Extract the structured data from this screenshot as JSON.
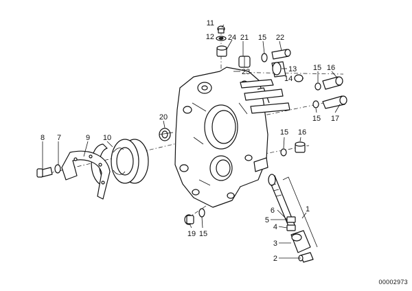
{
  "diagram": {
    "drawing_code": "00002973",
    "callouts": {
      "c11": "11",
      "c12": "12",
      "c24": "24",
      "c21": "21",
      "c15a": "15",
      "c22": "22",
      "c23": "23",
      "c13": "13",
      "c14": "14",
      "c15b": "15",
      "c16a": "16",
      "c15c": "15",
      "c17": "17",
      "c20": "20",
      "c15d": "15",
      "c16b": "16",
      "c8": "8",
      "c7": "7",
      "c9": "9",
      "c10": "10",
      "c1": "1",
      "c6": "6",
      "c5": "5",
      "c4": "4",
      "c3": "3",
      "c2": "2",
      "c19": "19",
      "c15e": "15"
    }
  }
}
